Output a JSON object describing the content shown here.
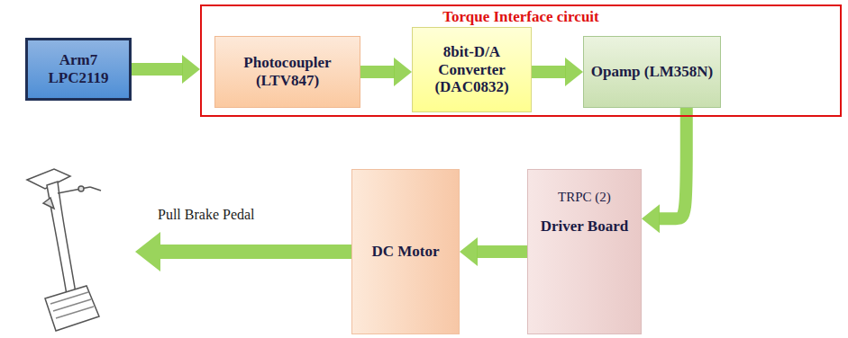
{
  "diagram": {
    "nodes": [
      {
        "text": [
          "Arm7 LPC2119"
        ]
      },
      {
        "text": [
          "Torque Interface circuit"
        ]
      },
      {
        "text": [
          "Photocoupler (LTV847)"
        ],
        "in": 1
      },
      {
        "text": [
          "8bit-D/A Converter (DAC0832)"
        ],
        "in": 1
      },
      {
        "text": [
          "Opamp (LM358N)"
        ],
        "in": 1
      },
      {
        "text": [
          "TRPC (2)",
          "Driver Board"
        ]
      },
      {
        "text": [
          "DC Motor"
        ]
      }
    ],
    "edges": [
      {
        "from": 0,
        "to": 1,
        "arrow": "to"
      },
      {
        "from": 2,
        "to": 3,
        "arrow": "to"
      },
      {
        "from": 3,
        "to": 4,
        "arrow": "to"
      },
      {
        "from": 4,
        "to": 5,
        "arrow": "to"
      },
      {
        "from": 5,
        "to": 6,
        "arrow": "to"
      }
    ],
    "labels": [
      "Pull Brake Pedal"
    ]
  }
}
